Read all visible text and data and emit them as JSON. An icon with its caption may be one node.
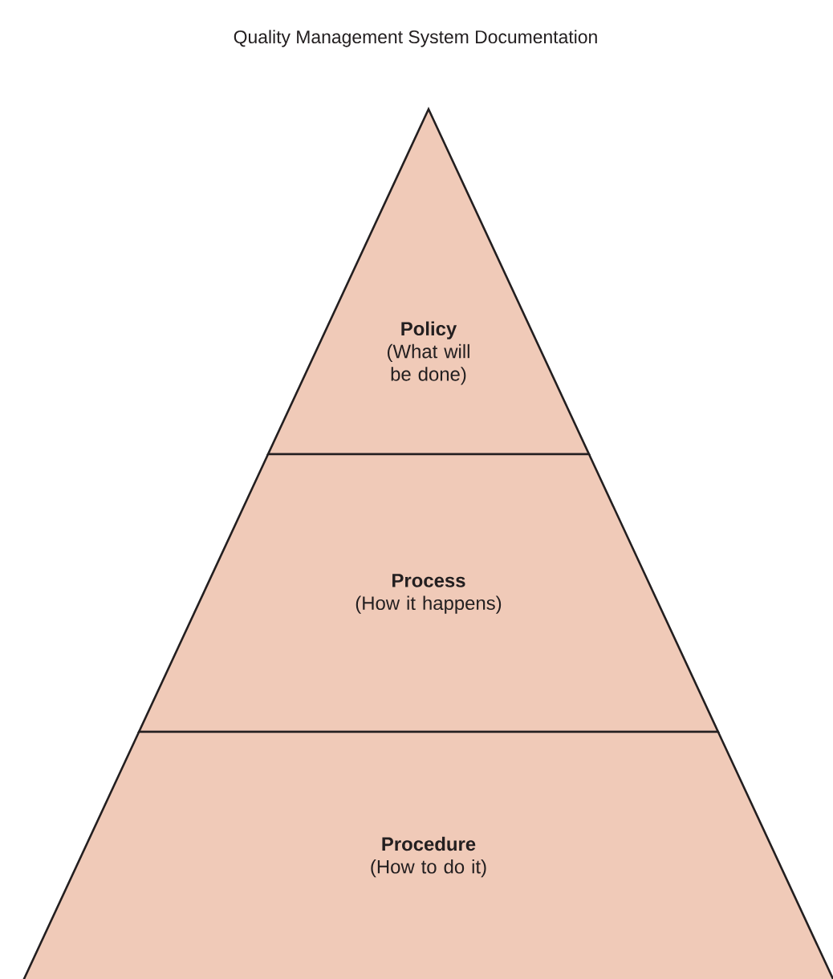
{
  "diagram": {
    "title": "Quality Management System Documentation",
    "nodes": [
      {
        "text": [
          "Policy",
          "(What will be done)"
        ]
      },
      {
        "text": [
          "Process",
          "(How it happens)"
        ]
      },
      {
        "text": [
          "Procedure",
          "(How to do it)"
        ]
      }
    ]
  }
}
